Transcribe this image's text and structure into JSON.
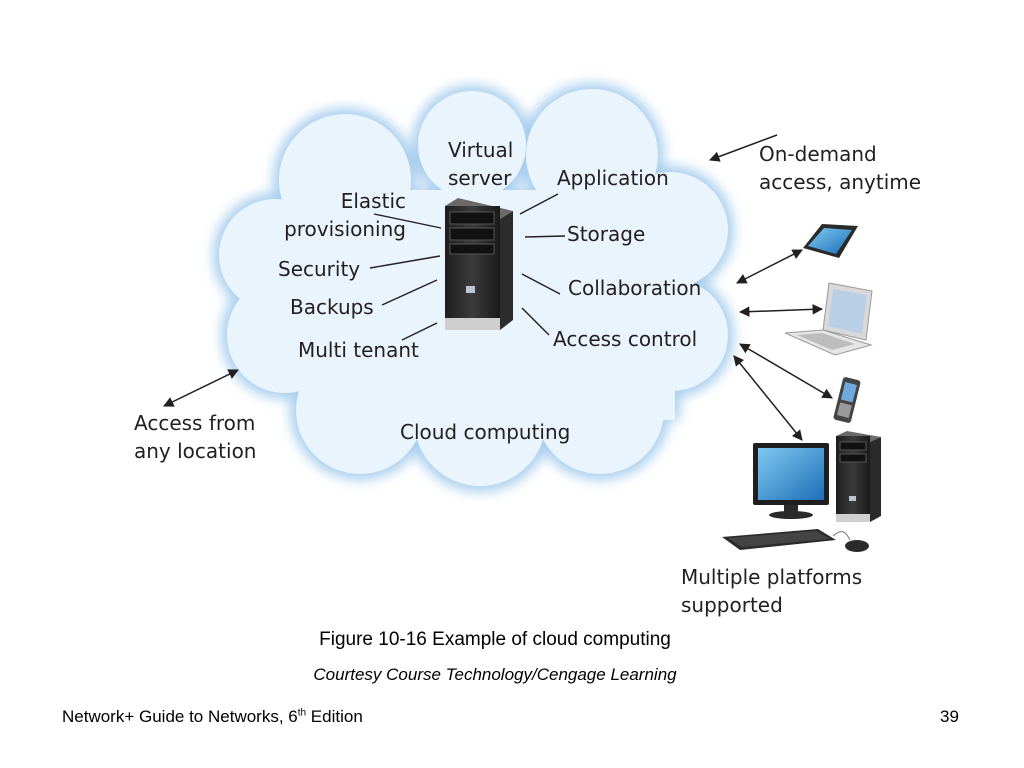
{
  "diagram": {
    "cloud_title": "Cloud computing",
    "server_labels": {
      "virtual_server": "Virtual\nserver",
      "elastic": "Elastic\nprovisioning",
      "security": "Security",
      "backups": "Backups",
      "multi_tenant": "Multi tenant",
      "application": "Application",
      "storage": "Storage",
      "collaboration": "Collaboration",
      "access_control": "Access control"
    },
    "external_labels": {
      "on_demand": "On-demand\naccess, anytime",
      "access_from": "Access from\nany location",
      "multiple_platforms": "Multiple platforms\nsupported"
    },
    "devices": [
      "tablet",
      "laptop",
      "smartphone",
      "desktop-computer"
    ],
    "colors": {
      "cloud_fill": "#eaf4fc",
      "cloud_glow": "#a9cfee",
      "text": "#231f20"
    }
  },
  "caption": {
    "figure": "Figure 10-16 Example of cloud computing",
    "courtesy": "Courtesy Course Technology/Cengage Learning"
  },
  "footer": {
    "book_prefix": "Network+ Guide to Networks, 6",
    "book_sup": "th",
    "book_suffix": " Edition",
    "page_number": "39"
  }
}
